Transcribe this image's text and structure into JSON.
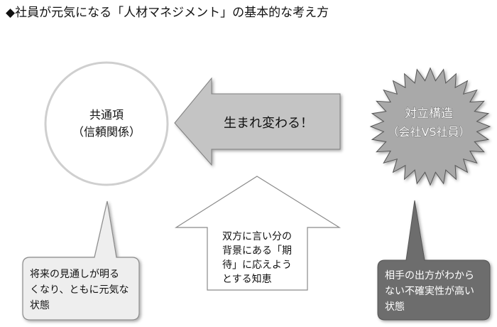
{
  "title": "◆社員が元気になる「人材マネジメント」の基本的な考え方",
  "circle": {
    "line1": "共通項",
    "line2": "（信頼関係）"
  },
  "left_arrow": {
    "label": "生まれ変わる！"
  },
  "starburst": {
    "line1": "対立構造",
    "line2": "（会社VS社員）"
  },
  "up_arrow": {
    "lines": [
      "双方に言い分の",
      "背景にある「期",
      "待」に応えよう",
      "とする知恵"
    ]
  },
  "callout_left": {
    "lines": [
      "将来の見通しが明る",
      "くなり、ともに元気な",
      "状態"
    ]
  },
  "callout_right": {
    "lines": [
      "相手の出方がわから",
      "ない不確実性が高い",
      "状態"
    ]
  },
  "colors": {
    "arrow_gray": "#c4c4c4",
    "starburst_gray": "#a9a9a9",
    "callout_light": "#eeeeee",
    "callout_dark": "#6d6d6d",
    "outline": "#8a8a8a"
  }
}
